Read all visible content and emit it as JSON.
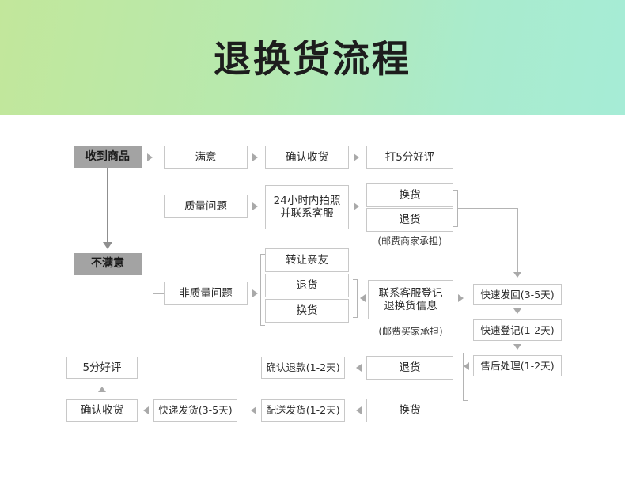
{
  "header": {
    "title": "退换货流程",
    "gradient_from": "#c2e79b",
    "gradient_to": "#a6ecd6"
  },
  "colors": {
    "box_border": "#c8c8c8",
    "box_fill": "#ffffff",
    "gray_fill": "#a3a3a3",
    "connector": "#b4b4b4",
    "text": "#2b2b2b"
  },
  "chart_data": {
    "type": "diagram",
    "title": "退换货流程",
    "nodes": {
      "received": "收到商品",
      "unsatisfied": "不满意",
      "satisfied": "满意",
      "confirm_receipt_top": "确认收货",
      "five_star_top": "打5分好评",
      "quality_issue": "质量问题",
      "photo_contact": "24小时内拍照\n并联系客服",
      "exchange_q": "换货",
      "return_q": "退货",
      "non_quality_issue": "非质量问题",
      "transfer_friend": "转让亲友",
      "return_nq": "退货",
      "exchange_nq": "换货",
      "register_info": "联系客服登记\n退换货信息",
      "fast_send_back": "快速发回(3-5天)",
      "fast_register": "快速登记(1-2天)",
      "after_sales": "售后处理(1-2天)",
      "return_bottom": "退货",
      "exchange_bottom": "换货",
      "confirm_refund": "确认退款(1-2天)",
      "delivery_ship": "配送发货(1-2天)",
      "express_ship": "快递发货(3-5天)",
      "confirm_receipt_bottom": "确认收货",
      "five_star_bottom": "5分好评"
    },
    "notes": {
      "merchant_pays": "(邮费商家承担)",
      "buyer_pays": "(邮费买家承担)"
    },
    "edges": [
      {
        "from": "received",
        "to": "satisfied",
        "dir": "right"
      },
      {
        "from": "satisfied",
        "to": "confirm_receipt_top",
        "dir": "right"
      },
      {
        "from": "confirm_receipt_top",
        "to": "five_star_top",
        "dir": "right"
      },
      {
        "from": "received",
        "to": "unsatisfied",
        "dir": "down"
      },
      {
        "from": "unsatisfied",
        "to": "quality_issue",
        "dir": "branch"
      },
      {
        "from": "unsatisfied",
        "to": "non_quality_issue",
        "dir": "branch"
      },
      {
        "from": "quality_issue",
        "to": "photo_contact",
        "dir": "right"
      },
      {
        "from": "photo_contact",
        "to": "exchange_q",
        "dir": "right"
      },
      {
        "from": "photo_contact",
        "to": "return_q",
        "dir": "right"
      },
      {
        "from": "exchange_q",
        "to": "fast_send_back",
        "dir": "merge-down"
      },
      {
        "from": "return_q",
        "to": "fast_send_back",
        "dir": "merge-down"
      },
      {
        "from": "non_quality_issue",
        "to": "transfer_friend",
        "dir": "right"
      },
      {
        "from": "non_quality_issue",
        "to": "return_nq",
        "dir": "right"
      },
      {
        "from": "non_quality_issue",
        "to": "exchange_nq",
        "dir": "right"
      },
      {
        "from": "register_info",
        "to": "return_nq",
        "dir": "left"
      },
      {
        "from": "register_info",
        "to": "exchange_nq",
        "dir": "left"
      },
      {
        "from": "register_info",
        "to": "fast_send_back",
        "dir": "right"
      },
      {
        "from": "fast_send_back",
        "to": "fast_register",
        "dir": "down"
      },
      {
        "from": "fast_register",
        "to": "after_sales",
        "dir": "down"
      },
      {
        "from": "after_sales",
        "to": "return_bottom",
        "dir": "left"
      },
      {
        "from": "after_sales",
        "to": "exchange_bottom",
        "dir": "left"
      },
      {
        "from": "return_bottom",
        "to": "confirm_refund",
        "dir": "left"
      },
      {
        "from": "exchange_bottom",
        "to": "delivery_ship",
        "dir": "left"
      },
      {
        "from": "delivery_ship",
        "to": "express_ship",
        "dir": "left"
      },
      {
        "from": "express_ship",
        "to": "confirm_receipt_bottom",
        "dir": "left"
      },
      {
        "from": "confirm_receipt_bottom",
        "to": "five_star_bottom",
        "dir": "up"
      }
    ]
  }
}
